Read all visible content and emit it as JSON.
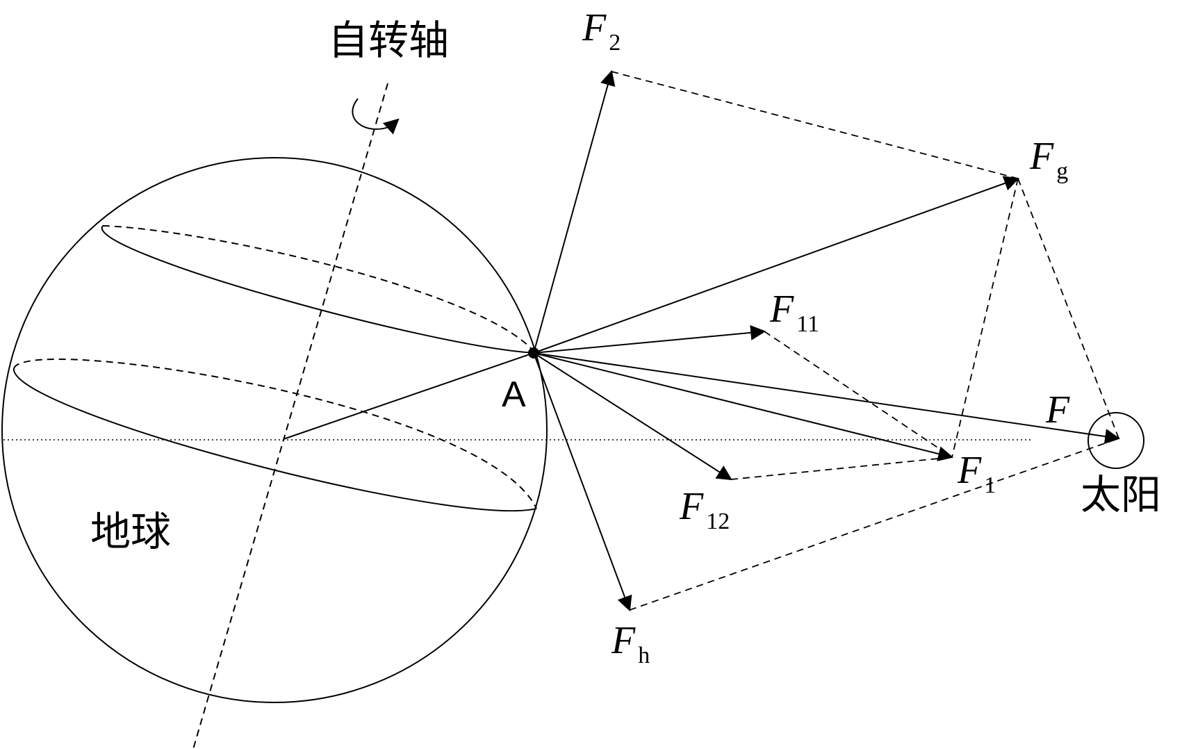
{
  "labels": {
    "rotation_axis": "自转轴",
    "earth": "地球",
    "sun": "太阳",
    "point_a": "A"
  },
  "forces": {
    "f2": {
      "main": "F",
      "sub": "2"
    },
    "fg": {
      "main": "F",
      "sub": "g"
    },
    "f11": {
      "main": "F",
      "sub": "11"
    },
    "f": {
      "main": "F",
      "sub": ""
    },
    "f1": {
      "main": "F",
      "sub": "1"
    },
    "f12": {
      "main": "F",
      "sub": "12"
    },
    "fh": {
      "main": "F",
      "sub": "h"
    }
  },
  "colors": {
    "stroke": "#000000",
    "background": "#ffffff"
  }
}
